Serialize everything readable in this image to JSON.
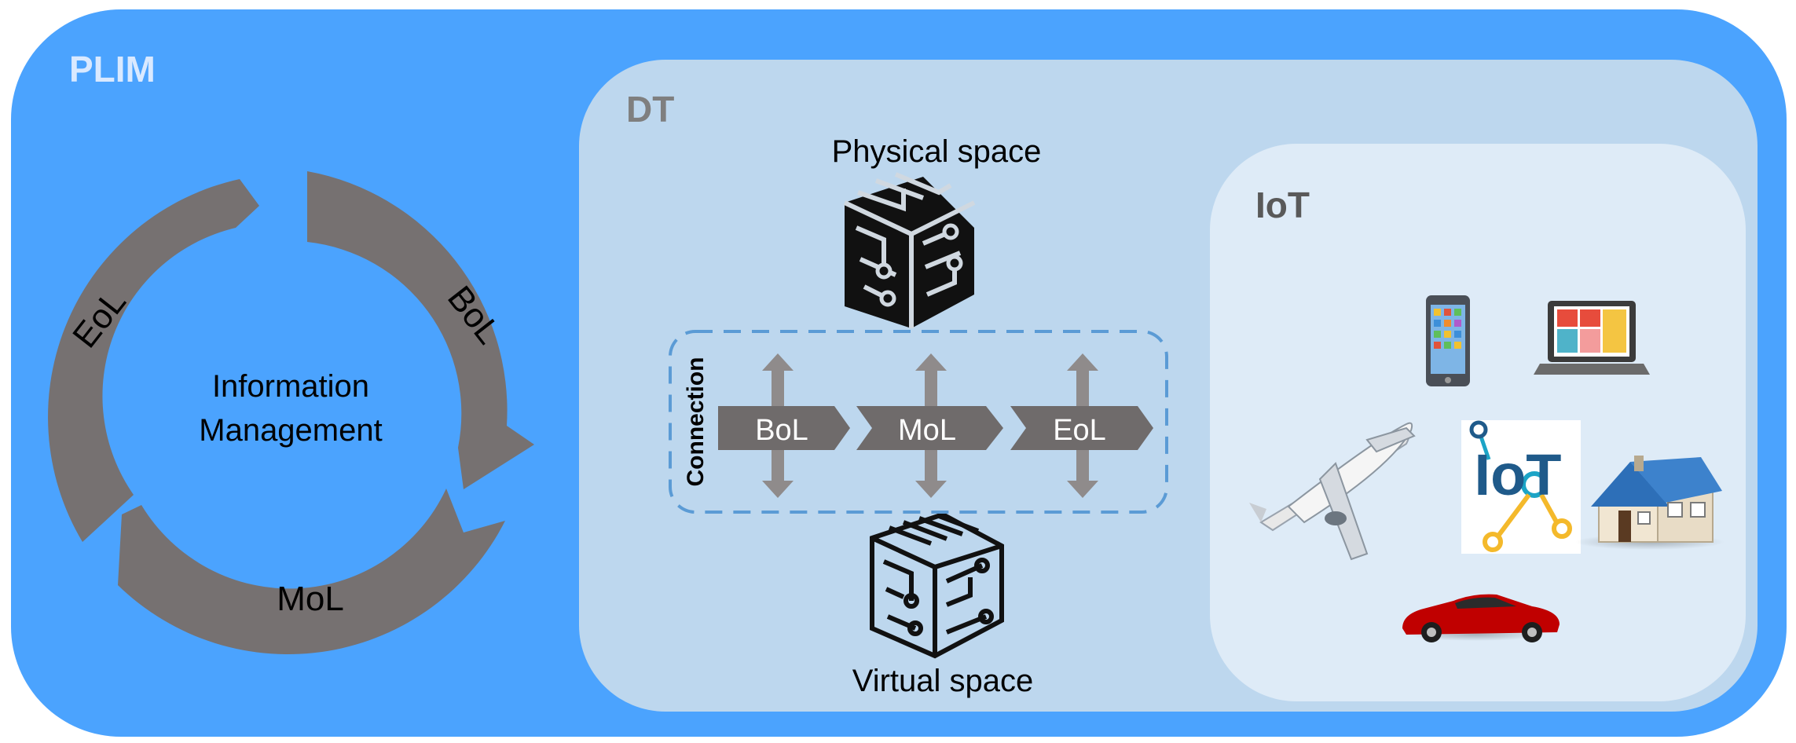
{
  "plim": {
    "label": "PLIM"
  },
  "lifecycle": {
    "center": [
      "Information",
      "Management"
    ],
    "segments": [
      "EoL",
      "BoL",
      "MoL"
    ]
  },
  "dt": {
    "label": "DT",
    "physical_space": "Physical space",
    "virtual_space": "Virtual space",
    "connection": "Connection",
    "stages": [
      "BoL",
      "MoL",
      "EoL"
    ]
  },
  "iot": {
    "label": "IoT",
    "logo": "IoT",
    "devices": [
      "smartphone-icon",
      "laptop-icon",
      "airplane-icon",
      "iot-logo",
      "house-icon",
      "car-icon"
    ]
  },
  "colors": {
    "plim_bg": "#4BA3FE",
    "dt_bg": "#BDD7EE",
    "iot_bg": "#DEEBF7",
    "ring": "#767171",
    "stage_arrow": "#6F6B6B",
    "connection_border": "#5B9BD5",
    "iot_teal": "#1CA4C6",
    "iot_yellow": "#F4B92B",
    "iot_navy": "#1F5A8A",
    "car_red": "#C00000"
  }
}
